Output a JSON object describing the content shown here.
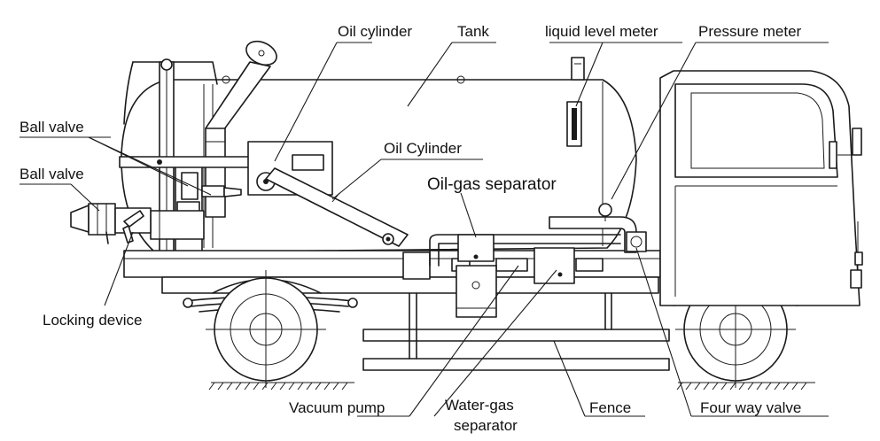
{
  "labels": {
    "oil_cylinder_top": "Oil cylinder",
    "tank": "Tank",
    "liquid_level_meter": "liquid level meter",
    "pressure_meter": "Pressure meter",
    "ball_valve_upper": "Ball valve",
    "ball_valve_lower": "Ball valve",
    "oil_cylinder_mid": "Oil Cylinder",
    "oil_gas_separator": "Oil-gas separator",
    "locking_device": "Locking device",
    "vacuum_pump": "Vacuum pump",
    "water_gas_separator_1": "Water-gas",
    "water_gas_separator_2": "separator",
    "fence": "Fence",
    "four_way_valve": "Four way valve"
  }
}
